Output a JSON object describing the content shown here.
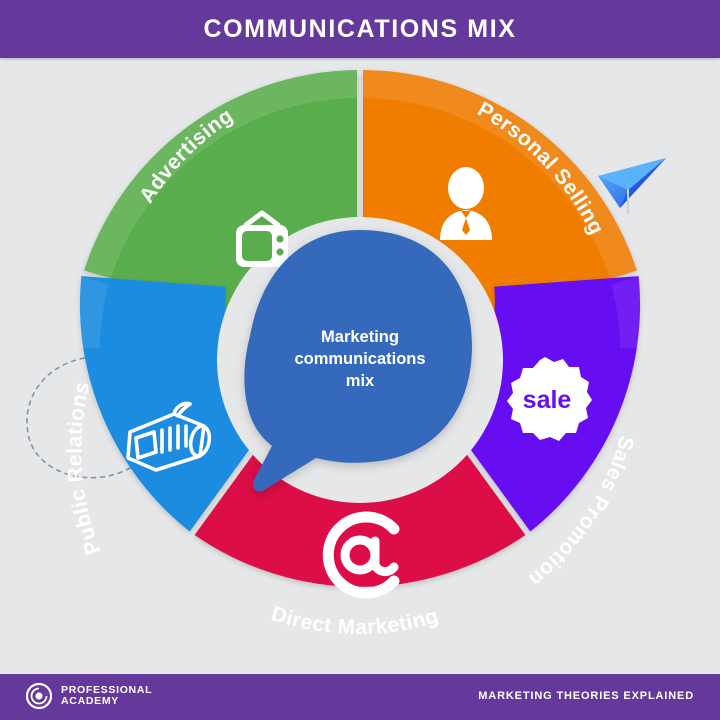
{
  "header": {
    "title": "COMMUNICATIONS MIX",
    "bg_color": "#65389b"
  },
  "footer": {
    "logo_line1": "PROFESSIONAL",
    "logo_line2": "ACADEMY",
    "logo_icon": "spiral-circle-icon",
    "tagline": "MARKETING THEORIES EXPLAINED",
    "bg_color": "#65389b"
  },
  "center": {
    "line1": "Marketing",
    "line2": "communications",
    "line3": "mix",
    "bubble_color": "#3569bc",
    "halo_color": "#e6e7e9"
  },
  "decorations": {
    "paper_plane": "paper-plane-icon",
    "paper_plane_color": "#2f7df0",
    "trail": "dashed-flight-trail"
  },
  "chart_data": {
    "type": "pie",
    "title": "Communications Mix",
    "subtitle": "Marketing communications mix",
    "legend_position": "on-slice",
    "categories": [
      "Advertising",
      "Personal Selling",
      "Sales Promotion",
      "Direct Marketing",
      "Public Relations"
    ],
    "values": [
      20,
      20,
      20,
      20,
      20
    ],
    "colors": [
      "#5aad4e",
      "#f07c00",
      "#6610f2",
      "#dc1146",
      "#1e8ce0"
    ],
    "icons": [
      "television-icon",
      "person-tie-icon",
      "sale-badge-icon",
      "at-sign-icon",
      "rolled-newspaper-icon"
    ],
    "background": "#e6e7e9"
  },
  "segments": [
    {
      "label": "Advertising",
      "color": "#5aad4e",
      "icon": "television-icon",
      "value": 20
    },
    {
      "label": "Personal Selling",
      "color": "#f07c00",
      "icon": "person-tie-icon",
      "value": 20
    },
    {
      "label": "Sales Promotion",
      "color": "#6610f2",
      "icon": "sale-badge-icon",
      "badge_text": "sale",
      "value": 20
    },
    {
      "label": "Direct Marketing",
      "color": "#dc1146",
      "icon": "at-sign-icon",
      "value": 20
    },
    {
      "label": "Public Relations",
      "color": "#1e8ce0",
      "icon": "rolled-newspaper-icon",
      "value": 20
    }
  ]
}
